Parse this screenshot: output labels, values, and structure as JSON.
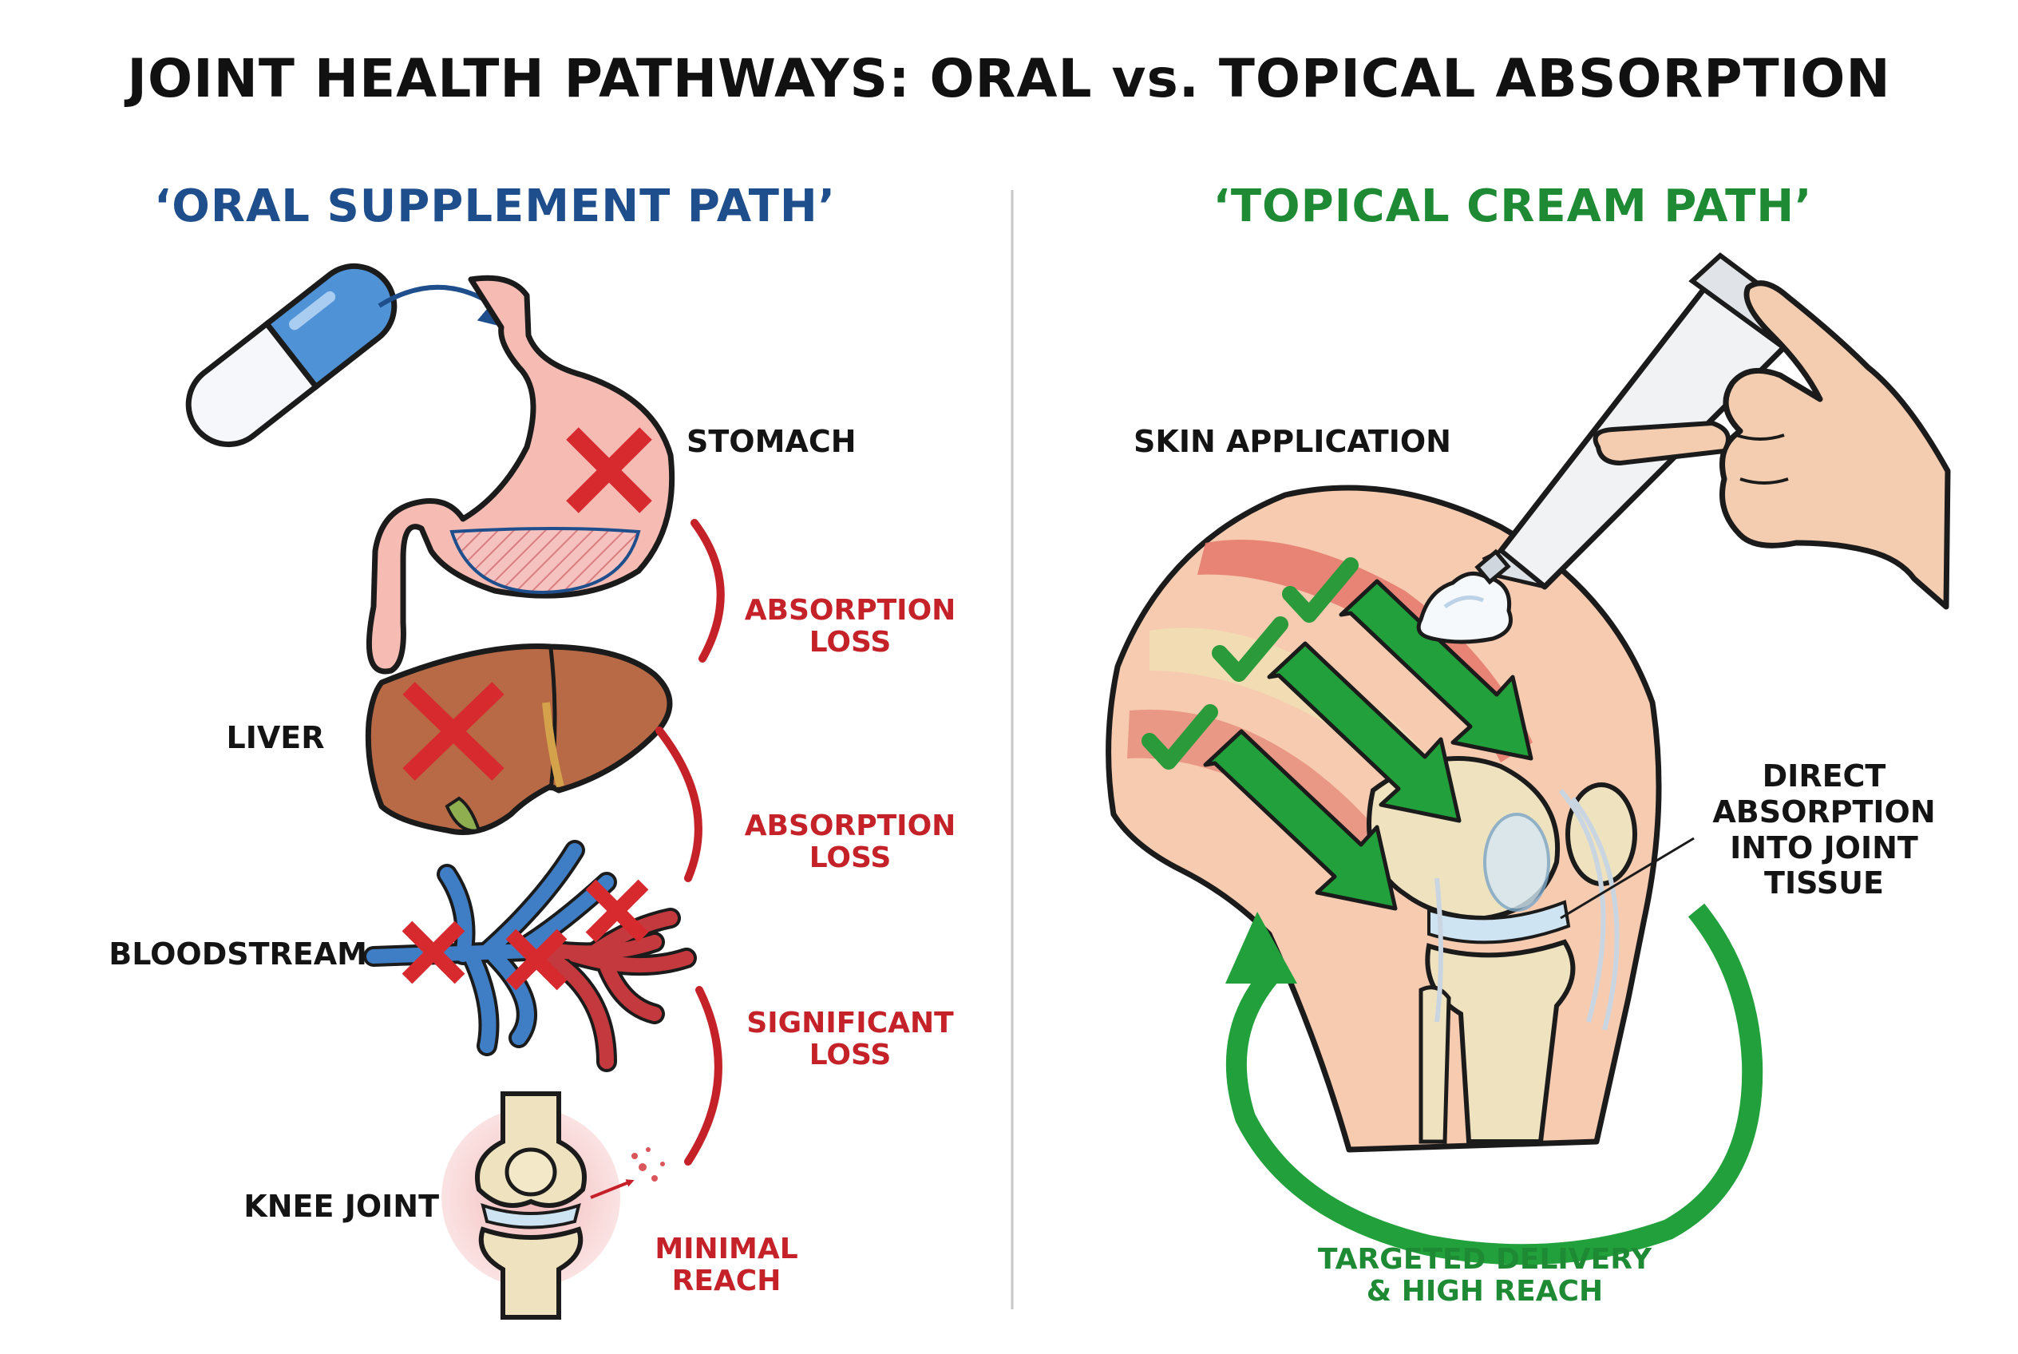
{
  "title": "JOINT HEALTH PATHWAYS: ORAL vs. TOPICAL ABSORPTION",
  "colors": {
    "oral_accent": "#1f4e8c",
    "topical_accent": "#1e8a34",
    "loss_red": "#c42228",
    "check_green": "#2a9a3a",
    "divider": "#bdbdbd"
  },
  "oral": {
    "heading": "‘ORAL SUPPLEMENT PATH’",
    "labels": {
      "stomach": "STOMACH",
      "liver": "LIVER",
      "bloodstream": "BLOODSTREAM",
      "knee": "KNEE JOINT"
    },
    "losses": [
      {
        "line1": "ABSORPTION",
        "line2": "LOSS"
      },
      {
        "line1": "ABSORPTION",
        "line2": "LOSS"
      },
      {
        "line1": "SIGNIFICANT",
        "line2": "LOSS"
      }
    ],
    "result": {
      "line1": "MINIMAL",
      "line2": "REACH"
    },
    "icons": [
      "capsule-icon",
      "stomach-icon",
      "liver-icon",
      "blood-vessel-icon",
      "knee-joint-icon",
      "cross-icon",
      "arrow-icon"
    ]
  },
  "topical": {
    "heading": "‘TOPICAL CREAM PATH’",
    "labels": {
      "skin": "SKIN APPLICATION",
      "direct": {
        "line1": "DIRECT",
        "line2": "ABSORPTION",
        "line3": "INTO JOINT",
        "line4": "TISSUE"
      }
    },
    "result": {
      "line1": "TARGETED DELIVERY",
      "line2": "& HIGH REACH"
    },
    "icons": [
      "hand-icon",
      "cream-tube-icon",
      "cream-dollop-icon",
      "knee-cross-section-icon",
      "check-icon",
      "circular-arrow-icon"
    ]
  }
}
